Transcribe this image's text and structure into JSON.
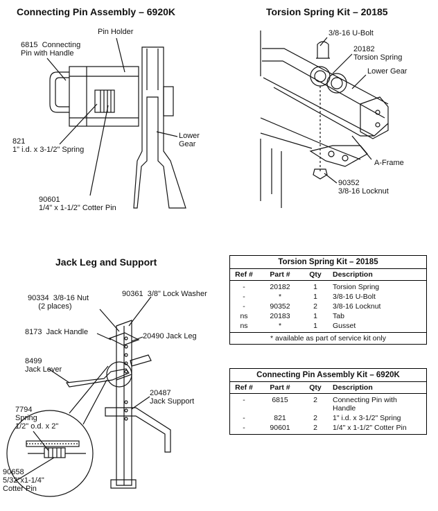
{
  "titles": {
    "connecting_pin": "Connecting Pin Assembly – 6920K",
    "torsion_spring": "Torsion Spring Kit – 20185",
    "jack_leg": "Jack Leg and Support"
  },
  "connecting_pin_labels": {
    "pin_holder": "Pin Holder",
    "connecting_pin": "6815  Connecting\nPin with Handle",
    "spring": "821\n1\" i.d. x 3-1/2\" Spring",
    "lower_gear": "Lower\nGear",
    "cotter_pin": "90601\n1/4\" x 1-1/2\" Cotter Pin"
  },
  "torsion_labels": {
    "ubolt": "3/8-16 U-Bolt",
    "torsion_spring": "20182\nTorsion Spring",
    "lower_gear": "Lower Gear",
    "aframe": "A-Frame",
    "locknut": "90352\n3/8-16 Locknut"
  },
  "jack_labels": {
    "nut": "90334  3/8-16 Nut\n     (2 places)",
    "lock_washer": "90361  3/8\" Lock Washer",
    "jack_handle": "8173  Jack Handle",
    "jack_leg": "20490 Jack Leg",
    "jack_lever": "8499\nJack Lever",
    "jack_support": "20487\nJack Support",
    "spring": "7794\nSpring\n1/2\" o.d. x 2\"",
    "cotter_pin": "90658\n5/32\"x1-1/4\"\nCotter Pin"
  },
  "torsion_table": {
    "title": "Torsion Spring Kit – 20185",
    "headers": [
      "Ref #",
      "Part #",
      "Qty",
      "Description"
    ],
    "rows": [
      [
        "-",
        "20182",
        "1",
        "Torsion Spring"
      ],
      [
        "-",
        "*",
        "1",
        "3/8-16 U-Bolt"
      ],
      [
        "-",
        "90352",
        "2",
        "3/8-16  Locknut"
      ],
      [
        "ns",
        "20183",
        "1",
        "Tab"
      ],
      [
        "ns",
        "*",
        "1",
        "Gusset"
      ]
    ],
    "footnote": "* available as part of service kit only"
  },
  "connecting_table": {
    "title": "Connecting Pin Assembly Kit – 6920K",
    "headers": [
      "Ref #",
      "Part #",
      "Qty",
      "Description"
    ],
    "rows": [
      [
        "-",
        "6815",
        "2",
        "Connecting Pin with\nHandle"
      ],
      [
        "-",
        "821",
        "2",
        "1\" i.d. x 3-1/2\" Spring"
      ],
      [
        "-",
        "90601",
        "2",
        "1/4\" x 1-1/2\" Cotter Pin"
      ]
    ]
  }
}
